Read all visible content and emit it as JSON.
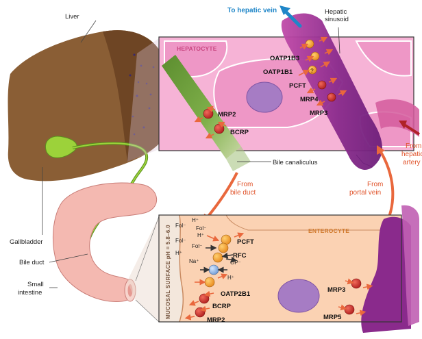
{
  "anatomy": {
    "liver": "Liver",
    "gallbladder": "Gallbladder",
    "bile_duct": "Bile duct",
    "small_intestine_line1": "Small",
    "small_intestine_line2": "intestine"
  },
  "hepatocyte_panel": {
    "title": "HEPATOCYTE",
    "to_hepatic_vein": "To hepatic vein",
    "hepatic_sinusoid_line1": "Hepatic",
    "hepatic_sinusoid_line2": "sinusoid",
    "bile_canaliculus": "Bile canaliculus",
    "transporters": {
      "oatp1b3": "OATP1B3",
      "oatp1b1": "OATP1B1",
      "pcft": "PCFT",
      "pcft_mark": "?",
      "mrp4": "MRP4",
      "mrp3": "MRP3",
      "mrp2": "MRP2",
      "bcrp": "BCRP"
    }
  },
  "routes": {
    "from_bile_duct_line1": "From",
    "from_bile_duct_line2": "bile duct",
    "from_portal_vein_line1": "From",
    "from_portal_vein_line2": "portal vein",
    "from_hepatic_artery_line1": "From",
    "from_hepatic_artery_line2": "hepatic",
    "from_hepatic_artery_line3": "artery"
  },
  "enterocyte_panel": {
    "title": "ENTEROCYTE",
    "mucosal_surface": "MUCOSAL SURFACE pH = 5.8–6.0",
    "ions": {
      "hplus_1": "H⁺",
      "fol_1": "Fol⁻",
      "fol_2": "Fol⁻",
      "hplus_2": "H⁺",
      "fol_3": "Fol⁻",
      "fol_4": "Fol⁻",
      "hplus_3": "H⁺",
      "na": "Na⁺",
      "op": "OP⁻",
      "hplus_4": "H⁺"
    },
    "transporters": {
      "pcft": "PCFT",
      "rfc": "RFC",
      "oatp2b1": "OATP2B1",
      "bcrp": "BCRP",
      "mrp2": "MRP2",
      "mrp3": "MRP3",
      "mrp5": "MRP5"
    }
  },
  "colors": {
    "hepatocyte_bg": "#f6b3d6",
    "hepatocyte_cell": "#ee97c6",
    "enterocyte_bg": "#fbd2b3",
    "liver": "#8a5e35",
    "gallbladder": "#9cd23a",
    "sinusoid": "#8a2a8c",
    "canaliculus": "#6a9a3a",
    "transporter_red": "#d8322e",
    "transporter_orange": "#f4a43a",
    "transporter_blue": "#8fb6e6",
    "route_arrow": "#e9683d",
    "vein_arrow": "#1f86c8"
  }
}
